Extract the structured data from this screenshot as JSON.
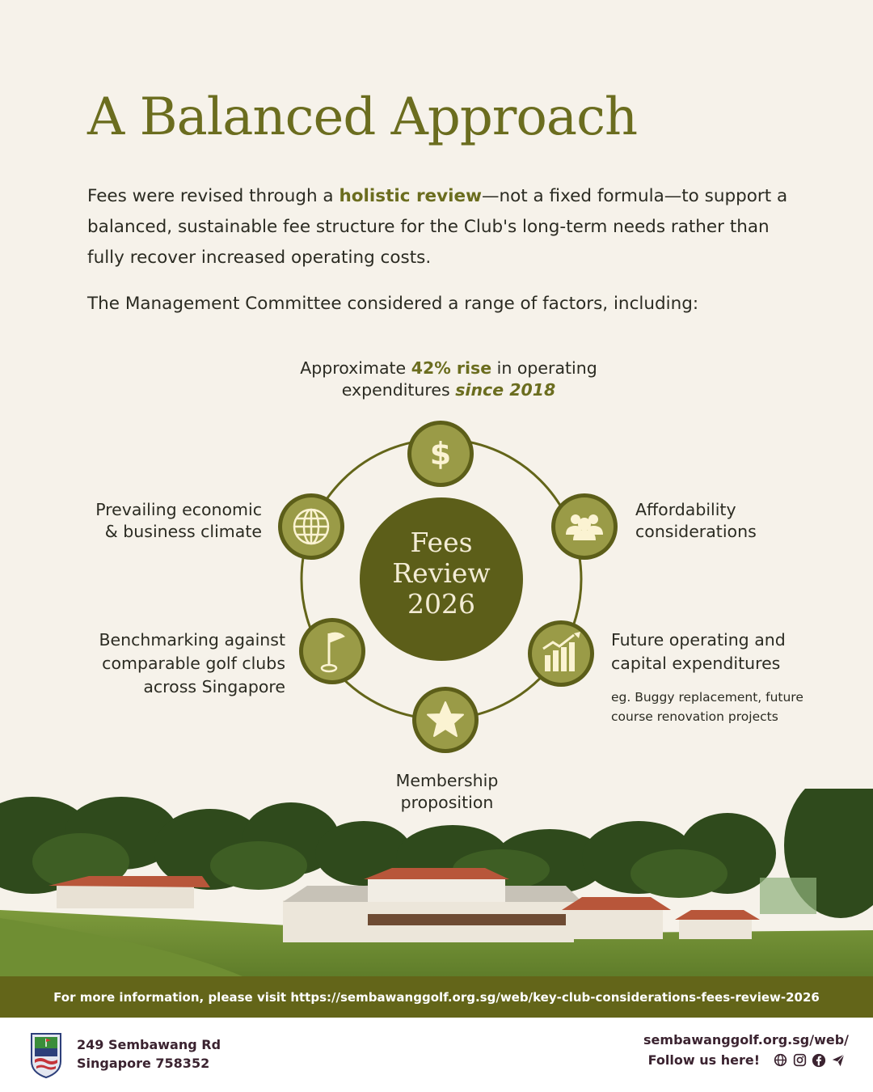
{
  "title": "A Balanced Approach",
  "intro": {
    "before": "Fees were revised through a ",
    "highlight": "holistic review",
    "after": "—not a fixed formula—to support a balanced, sustainable fee structure for the Club's long-term needs rather than fully recover increased operating costs."
  },
  "intro2": "The Management Committee considered a range of factors, including:",
  "center": {
    "line1": "Fees",
    "line2": "Review",
    "line3": "2026"
  },
  "factors": {
    "top": {
      "p1": "Approximate ",
      "bold": "42% rise",
      "p2": " in operating",
      "p3": "expenditures ",
      "italic": "since 2018",
      "icon": "dollar-icon"
    },
    "right_top": {
      "line1": "Affordability",
      "line2": "considerations",
      "icon": "people-icon"
    },
    "right_bottom": {
      "line1": "Future operating and",
      "line2": "capital expenditures",
      "note1": "eg. Buggy replacement, future",
      "note2": "course renovation projects",
      "icon": "growth-chart-icon"
    },
    "bottom": {
      "line1": "Membership",
      "line2": "proposition",
      "icon": "star-icon"
    },
    "left_bottom": {
      "line1": "Benchmarking against",
      "line2": "comparable golf clubs",
      "line3": "across Singapore",
      "icon": "golf-flag-icon"
    },
    "left_top": {
      "line1": "Prevailing economic",
      "line2": "& business climate",
      "icon": "globe-icon"
    }
  },
  "colors": {
    "olive": "#636519",
    "olive_dark": "#5c5e19",
    "olive_light": "#9a9b47",
    "cream": "#f6f2ea"
  },
  "banner": "For more information, please visit https://sembawanggolf.org.sg/web/key-club-considerations-fees-review-2026",
  "footer": {
    "address1": "249 Sembawang Rd",
    "address2": "Singapore 758352",
    "site": "sembawanggolf.org.sg/web/",
    "follow": "Follow us here!",
    "socials": [
      "globe-icon",
      "instagram-icon",
      "facebook-icon",
      "telegram-icon"
    ]
  }
}
